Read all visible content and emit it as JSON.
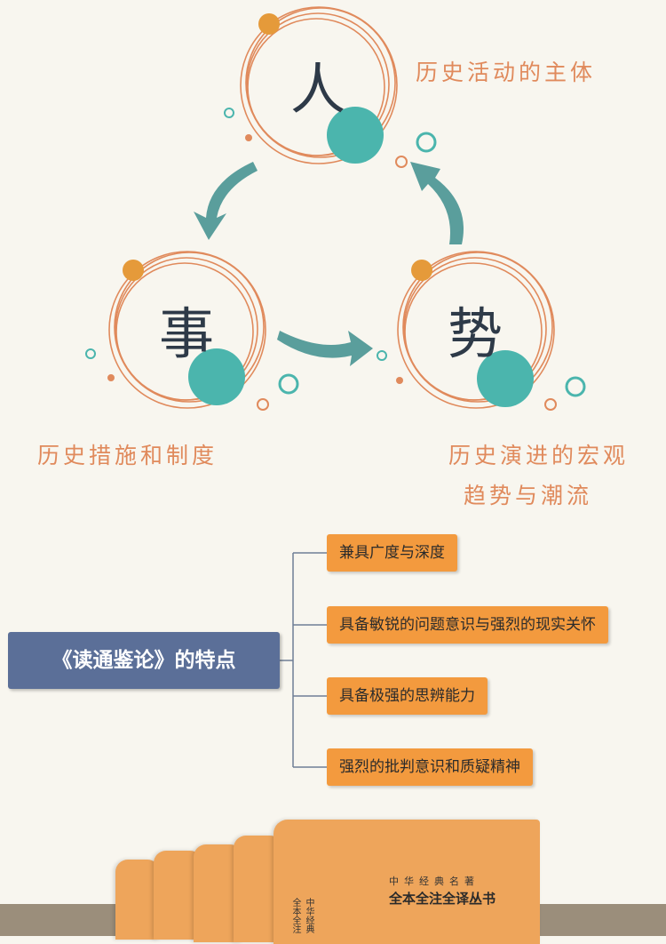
{
  "nodes": [
    {
      "char": "人",
      "caption": "历史活动的主体"
    },
    {
      "char": "事",
      "caption": "历史措施和制度"
    },
    {
      "char": "势",
      "caption_lines": [
        "历史演进的宏观",
        "趋势与潮流"
      ]
    }
  ],
  "mindmap": {
    "root": "《读通鉴论》的特点",
    "branches": [
      "兼具广度与深度",
      "具备敏锐的问题意识与强烈的现实关怀",
      "具备极强的思辨能力",
      "强烈的批判意识和质疑精神"
    ]
  },
  "books": {
    "series_small": "中华经典名著",
    "series_title": "全本全注全译丛书",
    "spine": "中华经典 全本全注"
  },
  "colors": {
    "teal": "#4bb5ad",
    "orange": "#f39a3e",
    "caption": "#e08a5c",
    "root": "#5b6f98"
  }
}
